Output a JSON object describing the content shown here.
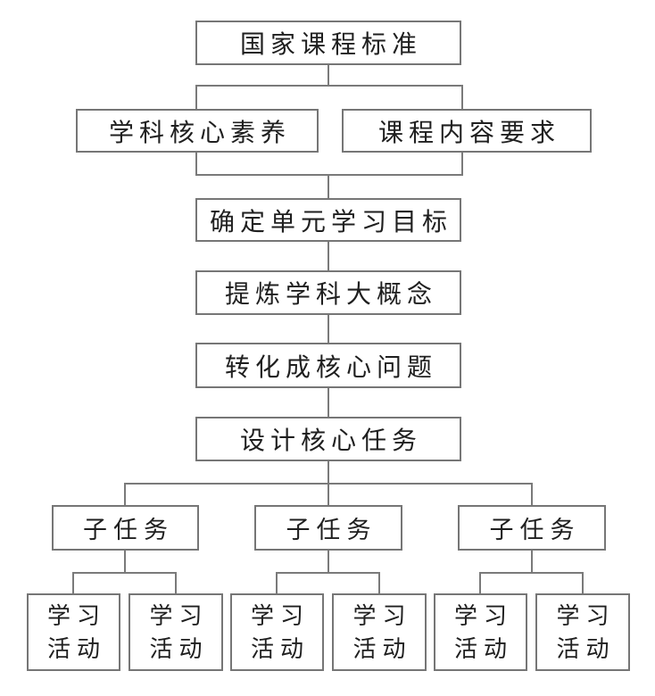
{
  "flowchart": {
    "colors": {
      "background": "#ffffff",
      "line": "#7a7a7a",
      "box_border": "#767676",
      "text": "#1f1f1f"
    },
    "nodes": {
      "national_curriculum_standard": "国家课程标准",
      "subject_core_literacy": "学科核心素养",
      "course_content_requirements": "课程内容要求",
      "define_unit_learning_goals": "确定单元学习目标",
      "distill_subject_big_concepts": "提炼学科大概念",
      "transform_into_core_questions": "转化成核心问题",
      "design_core_task": "设计核心任务",
      "subtasks": [
        "子任务",
        "子任务",
        "子任务"
      ],
      "activities": [
        {
          "line1": "学习",
          "line2": "活动"
        },
        {
          "line1": "学习",
          "line2": "活动"
        },
        {
          "line1": "学习",
          "line2": "活动"
        },
        {
          "line1": "学习",
          "line2": "活动"
        },
        {
          "line1": "学习",
          "line2": "活动"
        },
        {
          "line1": "学习",
          "line2": "活动"
        }
      ]
    }
  }
}
